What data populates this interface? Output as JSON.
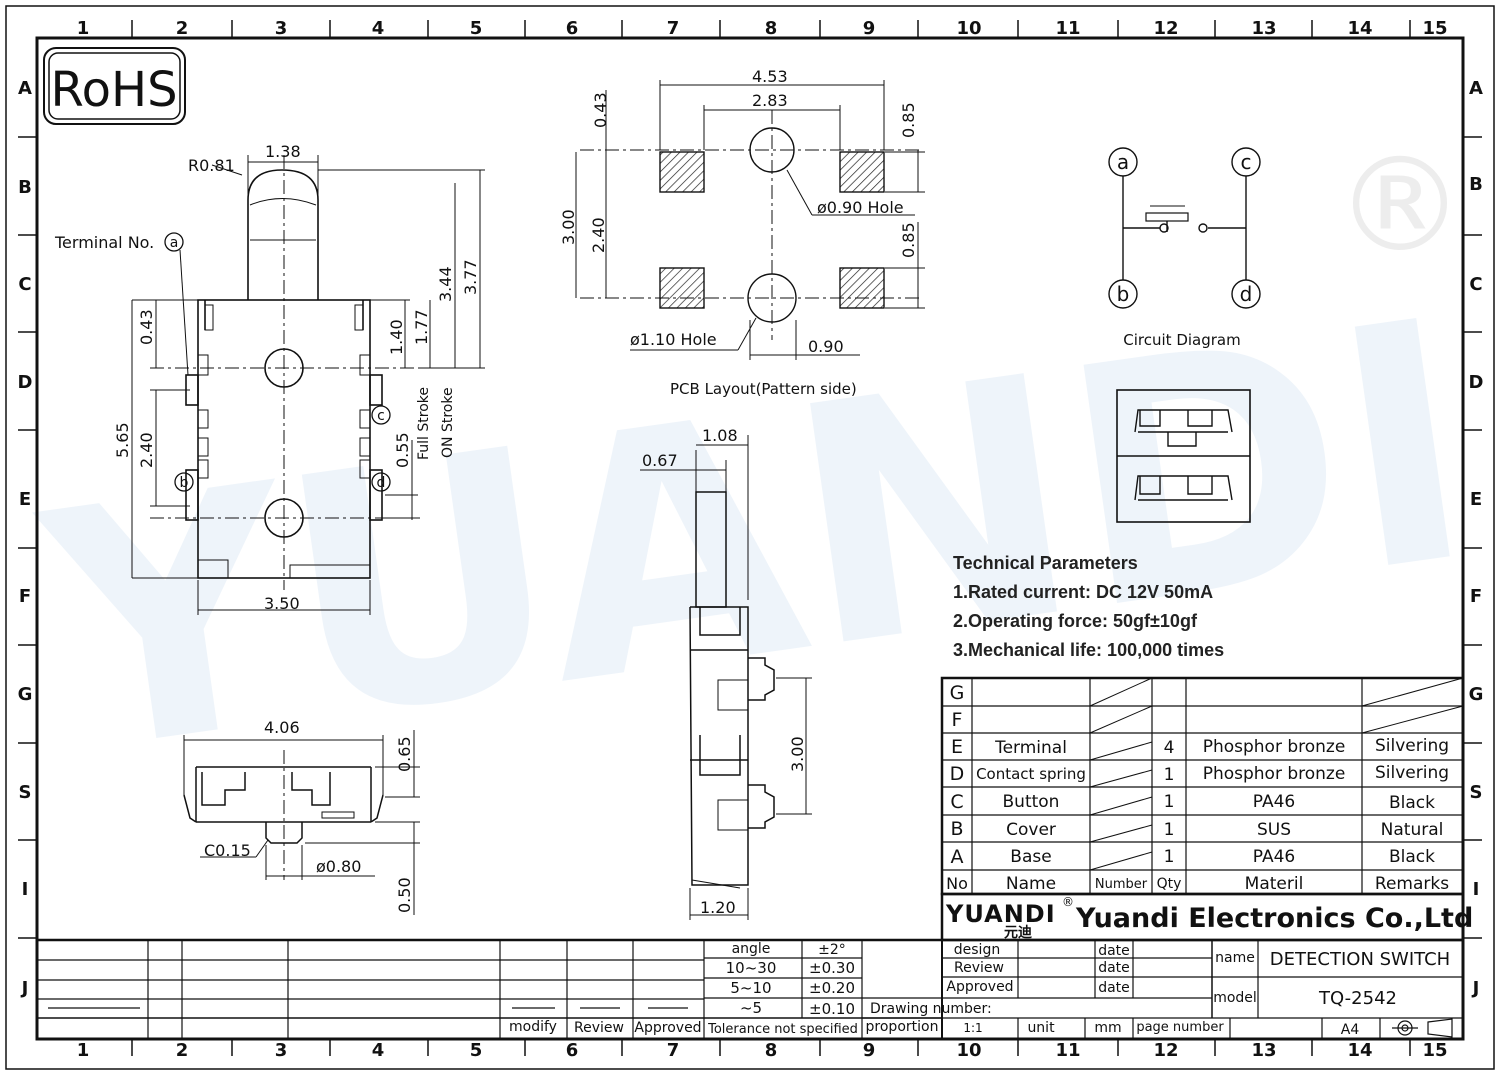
{
  "rohs": "RoHS",
  "grid": {
    "cols": [
      "1",
      "2",
      "3",
      "4",
      "5",
      "6",
      "7",
      "8",
      "9",
      "10",
      "11",
      "12",
      "13",
      "14",
      "15"
    ],
    "rows": [
      "A",
      "B",
      "C",
      "D",
      "E",
      "F",
      "G",
      "S",
      "I",
      "J"
    ]
  },
  "side_view": {
    "r": "R0.81",
    "w138": "1.38",
    "terminal_label": "Terminal No.",
    "d043": "0.43",
    "d565": "5.65",
    "d240": "2.40",
    "d140": "1.40",
    "d177": "1.77",
    "d344": "3.44",
    "d377": "3.77",
    "d055": "0.55",
    "full_stroke": "Full Stroke",
    "on_stroke": "ON Stroke",
    "d350": "3.50"
  },
  "terminals": [
    "a",
    "b",
    "c",
    "d"
  ],
  "pcb": {
    "d453": "4.53",
    "d283": "2.83",
    "d043": "0.43",
    "d085a": "0.85",
    "d085b": "0.85",
    "d300": "3.00",
    "d240": "2.40",
    "hole090": "ø0.90 Hole",
    "hole110": "ø1.10 Hole",
    "d090": "0.90",
    "caption": "PCB Layout(Pattern side)"
  },
  "front_view": {
    "d406": "4.06",
    "d065": "0.65",
    "c015": "C0.15",
    "d080": "ø0.80",
    "d050": "0.50"
  },
  "right_view": {
    "d108": "1.08",
    "d067": "0.67",
    "d300": "3.00",
    "d120": "1.20"
  },
  "circuit_caption": "Circuit Diagram",
  "tech": {
    "title": "Technical Parameters",
    "items": [
      "1.Rated current: DC 12V 50mA",
      "2.Operating force: 50gf±10gf",
      "3.Mechanical life: 100,000 times"
    ]
  },
  "bom": {
    "headers": [
      "No",
      "Name",
      "Number",
      "Qty",
      "Materil",
      "Remarks"
    ],
    "rows": [
      {
        "no": "G",
        "name": "",
        "qty": "",
        "material": "",
        "remarks": ""
      },
      {
        "no": "F",
        "name": "",
        "qty": "",
        "material": "",
        "remarks": ""
      },
      {
        "no": "E",
        "name": "Terminal",
        "qty": "4",
        "material": "Phosphor bronze",
        "remarks": "Silvering"
      },
      {
        "no": "D",
        "name": "Contact spring",
        "qty": "1",
        "material": "Phosphor bronze",
        "remarks": "Silvering"
      },
      {
        "no": "C",
        "name": "Button",
        "qty": "1",
        "material": "PA46",
        "remarks": "Black"
      },
      {
        "no": "B",
        "name": "Cover",
        "qty": "1",
        "material": "SUS",
        "remarks": "Natural"
      },
      {
        "no": "A",
        "name": "Base",
        "qty": "1",
        "material": "PA46",
        "remarks": "Black"
      }
    ]
  },
  "company": {
    "logo": "YUANDI",
    "logo_cn": "元迪",
    "reg": "®",
    "name": "Yuandi Electronics Co.,Ltd"
  },
  "watermark": "YUANDI",
  "title_block": {
    "angle": "angle",
    "angle_tol": "±2°",
    "r1": "10~30",
    "t1": "±0.30",
    "r2": "5~10",
    "t2": "±0.20",
    "r3": "~5",
    "t3": "±0.10",
    "tol_note": "Tolerance not specified",
    "modify": "modify",
    "review": "Review",
    "approved": "Approved",
    "design": "design",
    "review2": "Review",
    "approved2": "Approved",
    "date": "date",
    "drawing_number": "Drawing number:",
    "proportion": "proportion",
    "scale": "1:1",
    "unit": "unit",
    "unit_val": "mm",
    "page_number": "page number",
    "name_label": "name",
    "name_val": "DETECTION SWITCH",
    "model_label": "model",
    "model_val": "TQ-2542",
    "size": "A4"
  }
}
